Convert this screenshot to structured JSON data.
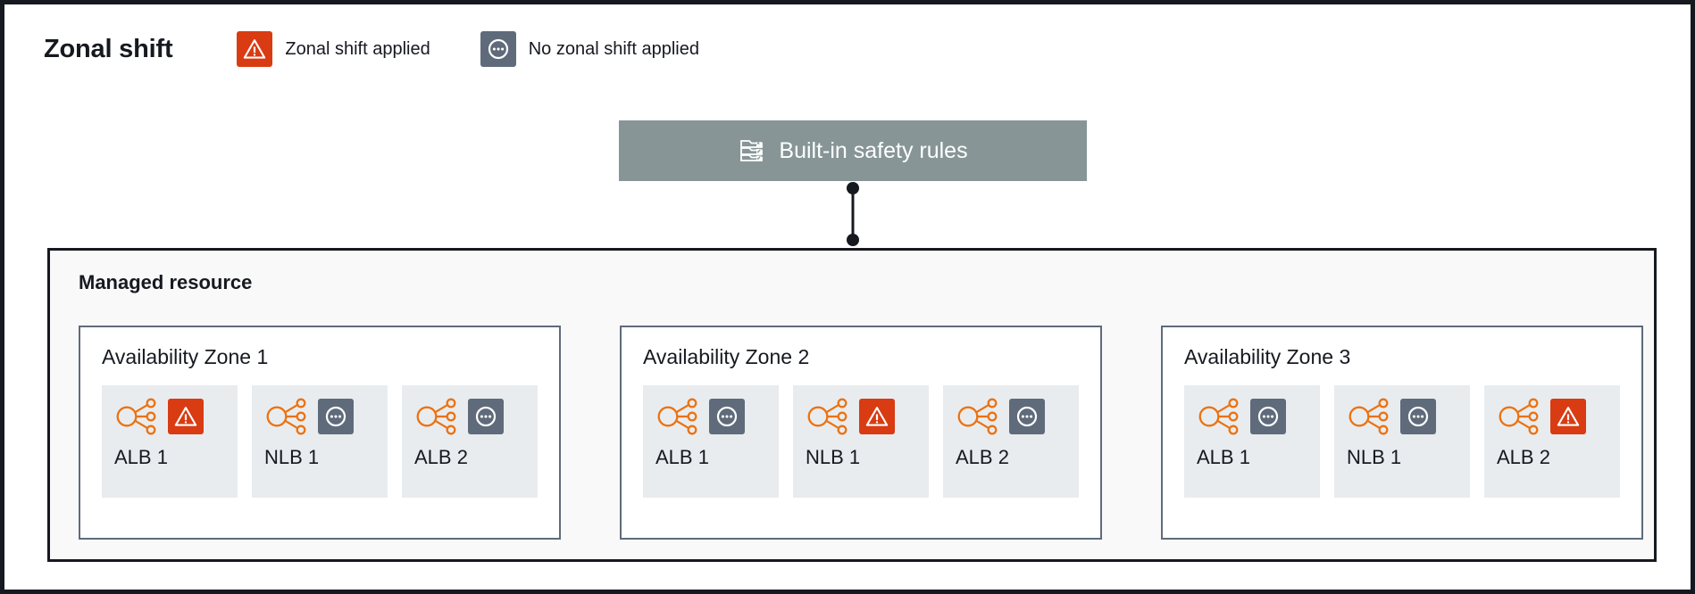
{
  "page": {
    "title": "Zonal shift",
    "frame_color": "#16191f",
    "background": "#ffffff"
  },
  "legend": {
    "items": [
      {
        "label": "Zonal shift applied",
        "icon": "warning-triangle-icon",
        "state": "shift",
        "color": "#d93b12"
      },
      {
        "label": "No zonal shift applied",
        "icon": "ellipsis-circle-icon",
        "state": "no-shift",
        "color": "#5f6b7a"
      }
    ]
  },
  "safety_rules": {
    "label": "Built-in safety rules",
    "icon": "rules-list-icon",
    "background": "#879596",
    "text_color": "#ffffff"
  },
  "connector": {
    "name": "safety-rules-to-managed-resource-connector",
    "color": "#16191f"
  },
  "managed_resource": {
    "title": "Managed resource",
    "background": "#f9f9fa",
    "border_color": "#16191f",
    "zones": [
      {
        "title": "Availability Zone 1",
        "resources": [
          {
            "label": "ALB 1",
            "icon": "load-balancer-icon",
            "status": "shift",
            "status_icon": "warning-triangle-icon"
          },
          {
            "label": "NLB 1",
            "icon": "load-balancer-icon",
            "status": "no-shift",
            "status_icon": "ellipsis-circle-icon"
          },
          {
            "label": "ALB 2",
            "icon": "load-balancer-icon",
            "status": "no-shift",
            "status_icon": "ellipsis-circle-icon"
          }
        ]
      },
      {
        "title": "Availability Zone 2",
        "resources": [
          {
            "label": "ALB 1",
            "icon": "load-balancer-icon",
            "status": "no-shift",
            "status_icon": "ellipsis-circle-icon"
          },
          {
            "label": "NLB 1",
            "icon": "load-balancer-icon",
            "status": "shift",
            "status_icon": "warning-triangle-icon"
          },
          {
            "label": "ALB 2",
            "icon": "load-balancer-icon",
            "status": "no-shift",
            "status_icon": "ellipsis-circle-icon"
          }
        ]
      },
      {
        "title": "Availability Zone 3",
        "resources": [
          {
            "label": "ALB 1",
            "icon": "load-balancer-icon",
            "status": "no-shift",
            "status_icon": "ellipsis-circle-icon"
          },
          {
            "label": "NLB 1",
            "icon": "load-balancer-icon",
            "status": "no-shift",
            "status_icon": "ellipsis-circle-icon"
          },
          {
            "label": "ALB 2",
            "icon": "load-balancer-icon",
            "status": "shift",
            "status_icon": "warning-triangle-icon"
          }
        ]
      }
    ],
    "zone_border_color": "#5f6b7a",
    "card_background": "#e9ecef",
    "resource_icon_color": "#ec7211"
  }
}
